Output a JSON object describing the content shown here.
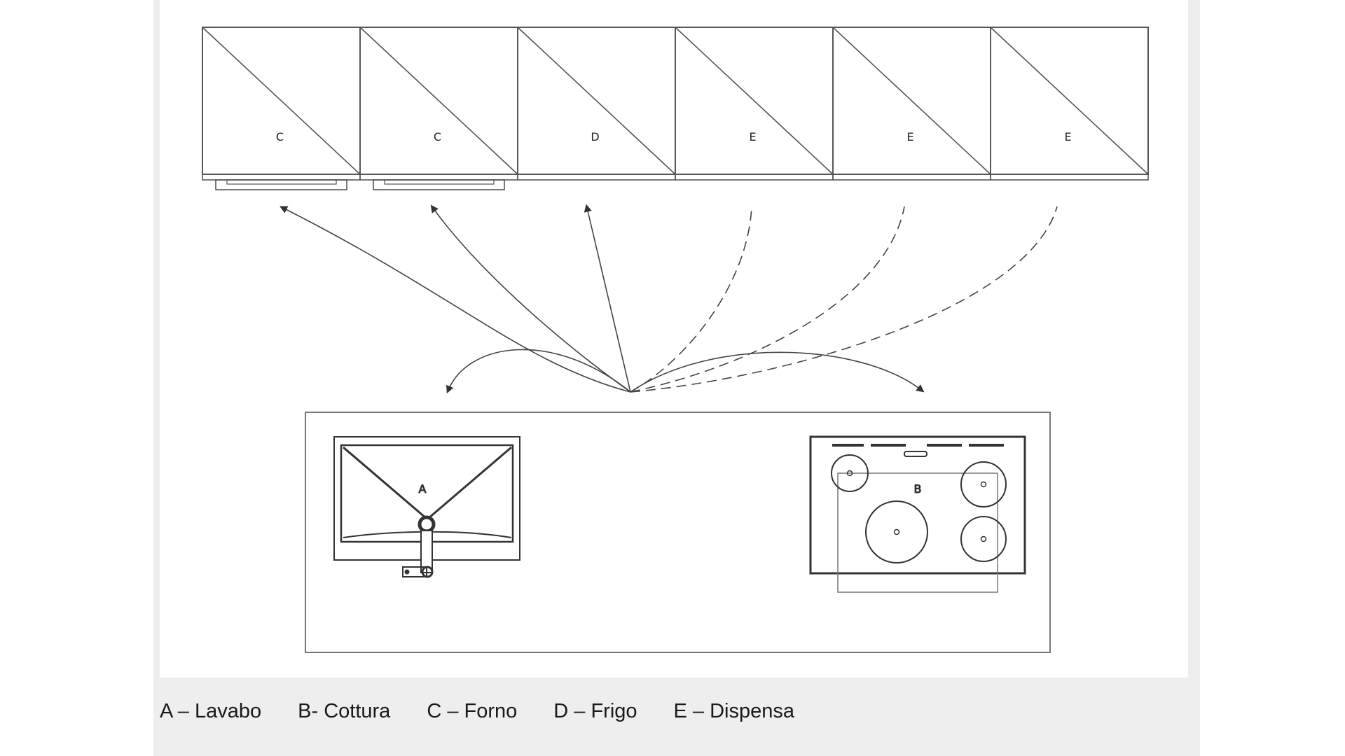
{
  "cabinets": [
    {
      "label": "C",
      "has_handle": true
    },
    {
      "label": "C",
      "has_handle": true
    },
    {
      "label": "D",
      "has_handle": false
    },
    {
      "label": "E",
      "has_handle": false
    },
    {
      "label": "E",
      "has_handle": false
    },
    {
      "label": "E",
      "has_handle": false
    }
  ],
  "sink_label": "A",
  "hob_label": "B",
  "legend": [
    {
      "text": "A – Lavabo"
    },
    {
      "text": "B- Cottura"
    },
    {
      "text": "C – Forno"
    },
    {
      "text": "D – Frigo"
    },
    {
      "text": "E – Dispensa"
    }
  ],
  "colors": {
    "line": "#555555",
    "panel": "#eeeeee",
    "figure": "#ffffff",
    "legend_text": "#1a1a1a"
  }
}
